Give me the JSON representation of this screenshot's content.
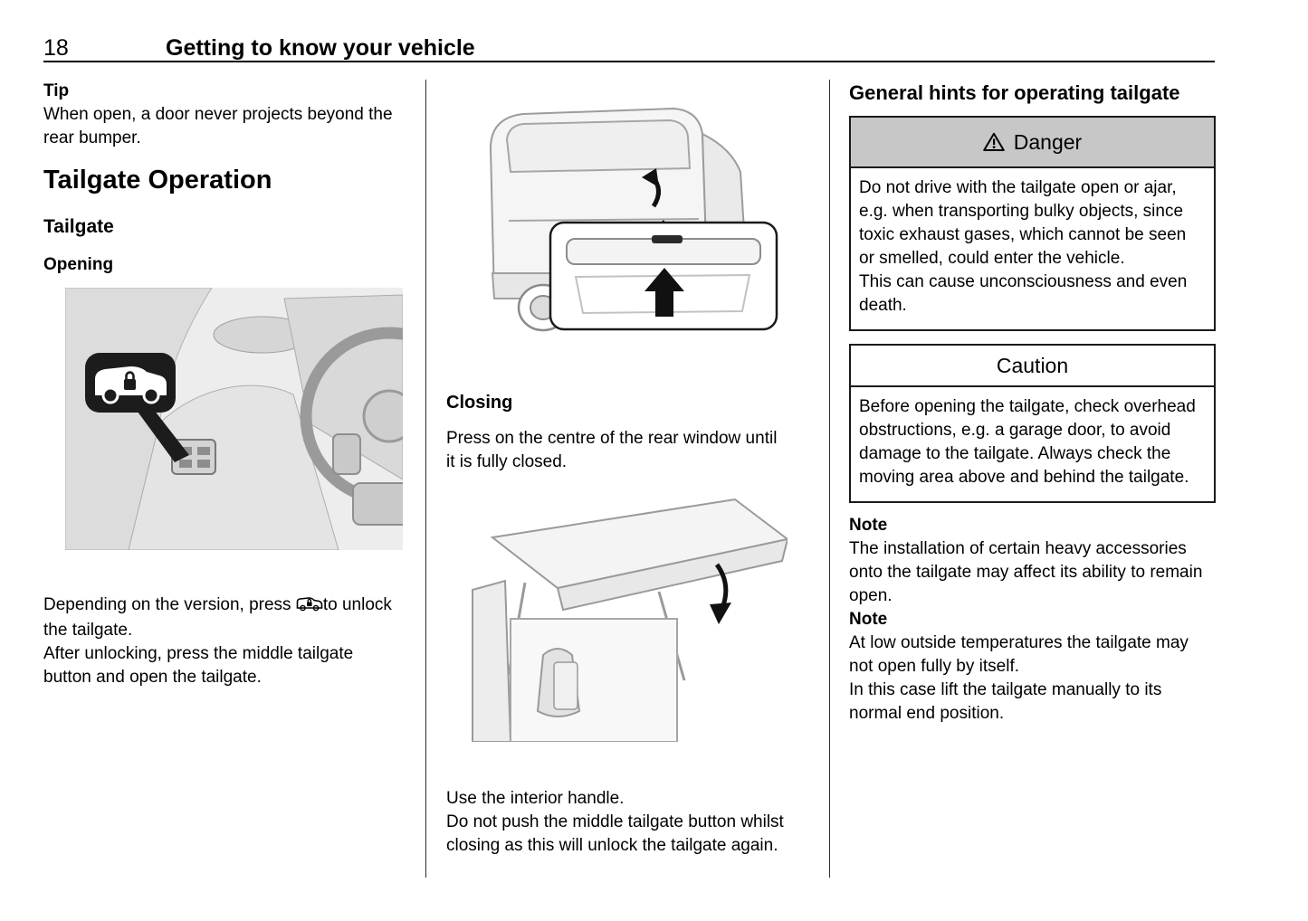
{
  "header": {
    "page_number": "18",
    "chapter_title": "Getting to know your vehicle"
  },
  "left_column": {
    "tip": {
      "label": "Tip",
      "text": "When open, a door never projects beyond the rear bumper."
    },
    "section_title": "Tailgate Operation",
    "subsection_title": "Tailgate",
    "opening_heading": "Opening",
    "figure": "interior-door-panel-with-tailgate-unlock-button-callout",
    "unlock_paragraph": {
      "before_icon": "Depending on the version, press ",
      "icon_name": "tailgate-release-icon",
      "after_icon": "to unlock the tailgate."
    },
    "open_paragraph": "After unlocking, press the middle tailgate button and open the tailgate."
  },
  "middle_column": {
    "figure_top": "van-rear-view-with-tailgate-handle-inset",
    "closing_heading": "Closing",
    "closing_paragraph": "Press on the centre of the rear window until it is fully closed.",
    "figure_bottom": "open-tailgate-interior-with-closing-arrow",
    "handle_paragraph": "Use the interior handle.",
    "warning_paragraph": "Do not push the middle tailgate button whilst closing as this will unlock the tailgate again."
  },
  "right_column": {
    "section_title": "General hints for operating tailgate",
    "danger_box": {
      "title": "Danger",
      "icon_name": "warning-triangle-icon",
      "paragraphs": [
        "Do not drive with the tailgate open or ajar, e.g. when transporting bulky objects, since toxic exhaust gases, which cannot be seen or smelled, could enter the vehicle.",
        "This can cause unconsciousness and even death."
      ]
    },
    "caution_box": {
      "title": "Caution",
      "paragraphs": [
        "Before opening the tailgate, check overhead obstructions, e.g. a garage door, to avoid damage to the tailgate. Always check the moving area above and behind the tailgate."
      ]
    },
    "notes": [
      {
        "label": "Note",
        "paragraphs": [
          "The installation of certain heavy accessories onto the tailgate may affect its ability to remain open."
        ]
      },
      {
        "label": "Note",
        "paragraphs": [
          "At low outside temperatures the tailgate may not open fully by itself.",
          "In this case lift the tailgate manually to its normal end position."
        ]
      }
    ]
  },
  "colors": {
    "danger_header_background": "#c7c7c7",
    "box_border": "#1a1a1a",
    "text": "#000000"
  }
}
